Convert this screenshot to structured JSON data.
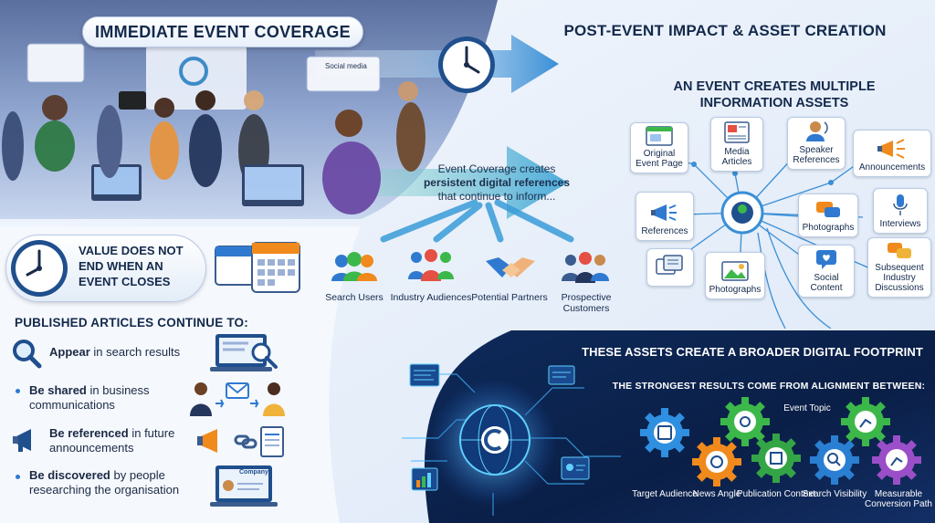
{
  "header": {
    "left_title": "IMMEDIATE EVENT COVERAGE",
    "right_title": "POST-EVENT IMPACT & ASSET CREATION"
  },
  "scene": {
    "social_label": "Social media"
  },
  "assets": {
    "title": "AN EVENT CREATES MULTIPLE INFORMATION ASSETS",
    "items": [
      {
        "label": "Original Event Page",
        "icon": "web-page-icon"
      },
      {
        "label": "Media Articles",
        "icon": "newspaper-icon"
      },
      {
        "label": "Speaker References",
        "icon": "speaker-icon"
      },
      {
        "label": "Announcements",
        "icon": "megaphone-icon"
      },
      {
        "label": "References",
        "icon": "megaphone-icon"
      },
      {
        "label": "Photographs",
        "icon": "chat-icon"
      },
      {
        "label": "Interviews",
        "icon": "microphone-icon"
      },
      {
        "label": "Photographs",
        "icon": "photo-icon"
      },
      {
        "label": "Social Content",
        "icon": "social-icon"
      },
      {
        "label": "Subsequent Industry Discussions",
        "icon": "discussion-icon"
      },
      {
        "label": "",
        "icon": "documents-icon"
      }
    ]
  },
  "coverage": {
    "line1": "Event Coverage creates",
    "line2": "persistent digital references",
    "line3": "that continue to inform..."
  },
  "audiences": [
    {
      "label": "Search Users"
    },
    {
      "label": "Industry Audiences"
    },
    {
      "label": "Potential Partners"
    },
    {
      "label": "Prospective Customers"
    }
  ],
  "value": {
    "text": "VALUE DOES NOT END WHEN AN EVENT CLOSES"
  },
  "published": {
    "heading": "PUBLISHED ARTICLES CONTINUE TO:",
    "bullets": [
      {
        "bold": "Appear",
        "rest": "in search results"
      },
      {
        "bold": "Be shared",
        "rest": "in business communications"
      },
      {
        "bold": "Be referenced",
        "rest": "in future announcements"
      },
      {
        "bold": "Be discovered",
        "rest": "by people researching the organisation"
      }
    ],
    "company_label": "Company"
  },
  "footprint": {
    "title": "THESE ASSETS CREATE A BROADER DIGITAL FOOTPRINT",
    "subtitle": "THE STRONGEST RESULTS COME FROM ALIGNMENT BETWEEN:",
    "gears": [
      {
        "label": "Target Audience",
        "color": "#2f8fe0"
      },
      {
        "label": "News Angle",
        "color": "#f08a1c"
      },
      {
        "label": "Event Topic",
        "color": "#3cb84a"
      },
      {
        "label": "Publication Context",
        "color": "#34a546"
      },
      {
        "label": "Search Visibility",
        "color": "#2a7fd2"
      },
      {
        "label": "",
        "color": "#3cb84a"
      },
      {
        "label": "Measurable Conversion Path",
        "color": "#9a4fc8"
      }
    ]
  },
  "colors": {
    "navy": "#13294b",
    "accent_blue": "#2c7ad6",
    "dark_panel": "#0b1f46"
  }
}
